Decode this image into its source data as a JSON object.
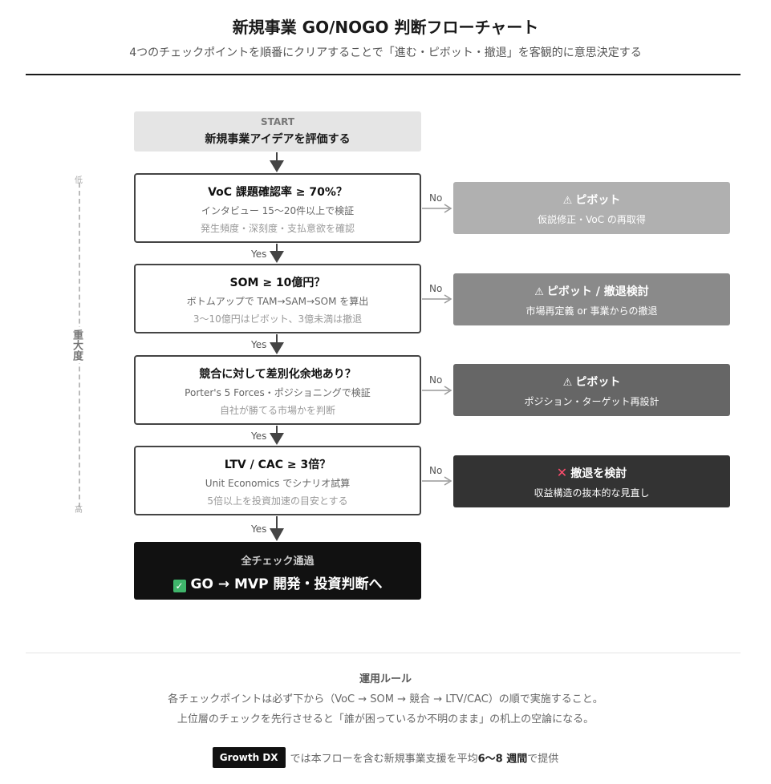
{
  "header": {
    "title": "新規事業 GO/NOGO 判断フローチャート",
    "subtitle": "4つのチェックポイントを順番にクリアすることで「進む・ピボット・撤退」を客観的に意思決定する"
  },
  "start": {
    "label": "START",
    "text": "新規事業アイデアを評価する"
  },
  "checks": [
    {
      "question": "VoC 課題確認率 ≥ 70%？",
      "method": "インタビュー 15〜20件以上で検証",
      "note": "発生頻度・深刻度・支払意欲を確認",
      "yes": "Yes",
      "no": "No",
      "outcome": {
        "icon": "warning-icon",
        "title": "ピボット",
        "detail": "仮説修正・VoC の再取得",
        "color": "#b0b0b0"
      }
    },
    {
      "question": "SOM ≥ 10億円？",
      "method": "ボトムアップで TAM→SAM→SOM を算出",
      "note": "3〜10億円はピボット、3億未満は撤退",
      "yes": "Yes",
      "no": "No",
      "outcome": {
        "icon": "warning-icon",
        "title": "ピボット / 撤退検討",
        "detail": "市場再定義 or 事業からの撤退",
        "color": "#8a8a8a"
      }
    },
    {
      "question": "競合に対して差別化余地あり？",
      "method": "Porter's 5 Forces・ポジショニングで検証",
      "note": "自社が勝てる市場かを判断",
      "yes": "Yes",
      "no": "No",
      "outcome": {
        "icon": "warning-icon",
        "title": "ピボット",
        "detail": "ポジション・ターゲット再設計",
        "color": "#666666"
      }
    },
    {
      "question": "LTV / CAC ≥ 3倍？",
      "method": "Unit Economics でシナリオ試算",
      "note": "5倍以上を投資加速の目安とする",
      "yes": "Yes",
      "no": "No",
      "outcome": {
        "icon": "x-icon",
        "title": "撤退を検討",
        "detail": "収益構造の抜本的な見直し",
        "color": "#333333",
        "icon_color": "#ff4d6d"
      }
    }
  ],
  "final": {
    "label": "全チェック通過",
    "text": "GO → MVP 開発・投資判断へ",
    "icon_color": "#3fb56b"
  },
  "severity": {
    "low": "低",
    "label": "重大度",
    "high": "高"
  },
  "rules": {
    "title": "運用ルール",
    "line1": "各チェックポイントは必ず下から（VoC → SOM → 競合 → LTV/CAC）の順で実施すること。",
    "line2": "上位層のチェックを先行させると「誰が困っているか不明のまま」の机上の空論になる。"
  },
  "credit": {
    "brand": "Growth DX",
    "text_before": "では本フローを含む新規事業支援を平均",
    "bold": "6〜8 週間",
    "text_after": "で提供"
  }
}
